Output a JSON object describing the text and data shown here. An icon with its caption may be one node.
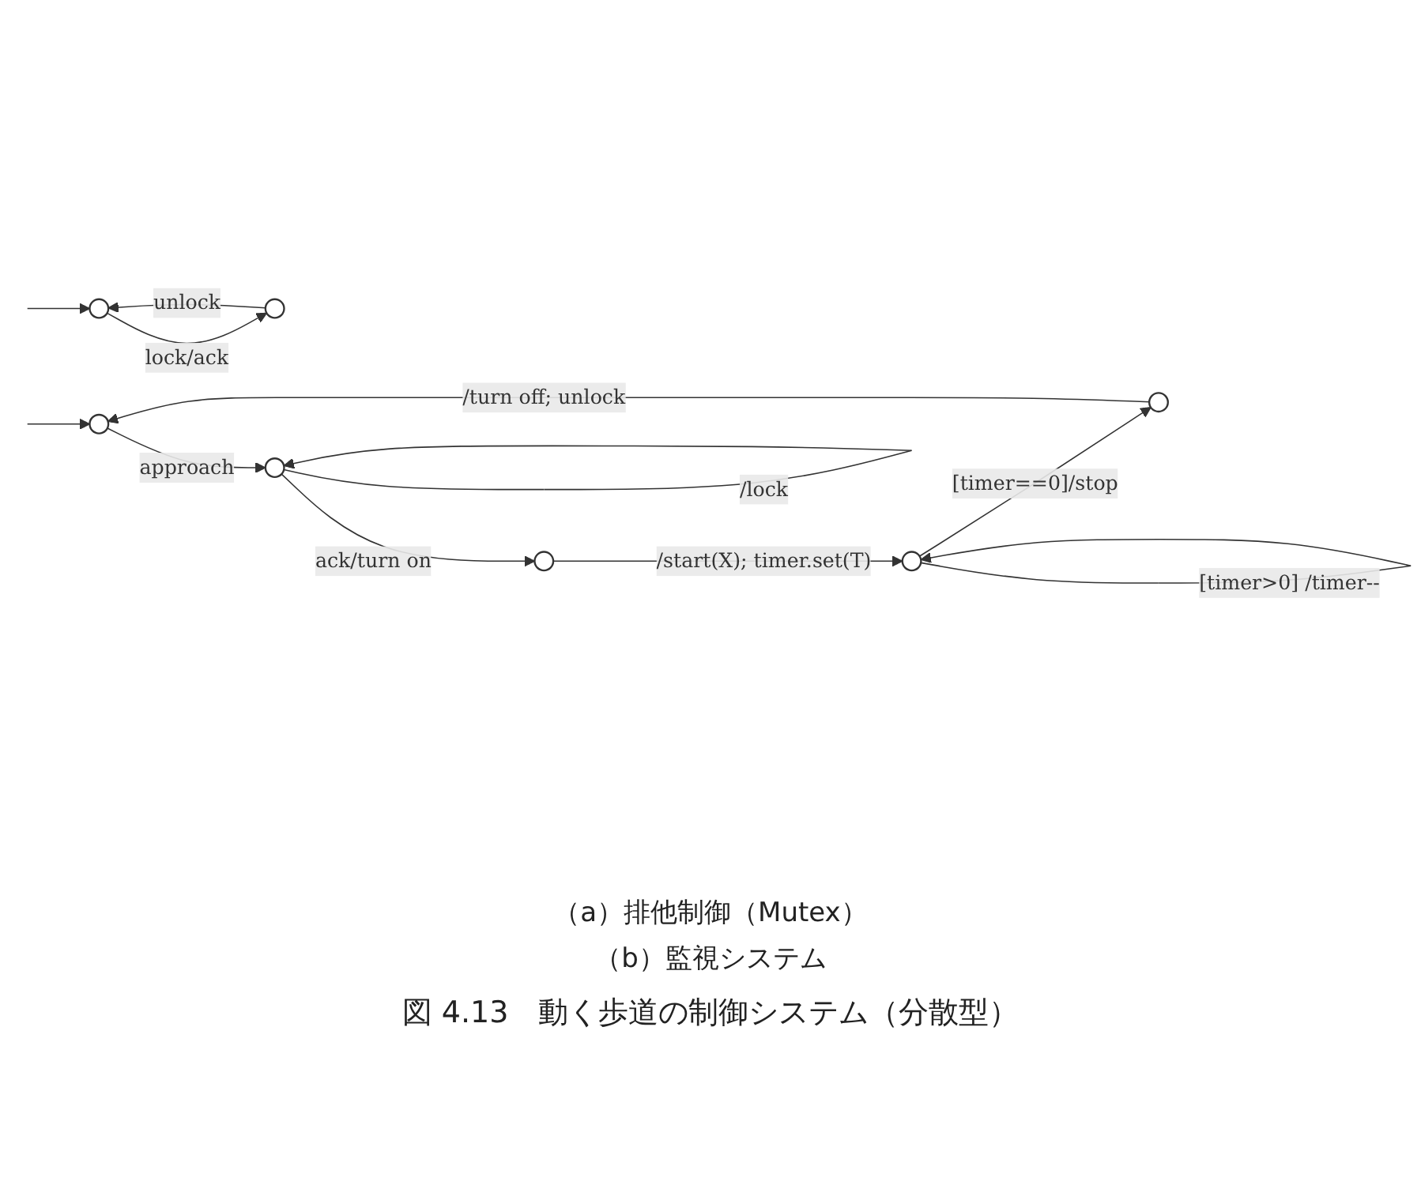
{
  "diagram": {
    "caption": "図 4.13　動く歩道の制御システム（分散型）",
    "nodes": [
      {
        "text": [],
        "shape": "circle"
      },
      {
        "text": [],
        "shape": "circle"
      },
      {
        "text": [],
        "shape": "circle"
      },
      {
        "text": [],
        "shape": "circle"
      },
      {
        "text": [],
        "shape": "circle"
      },
      {
        "text": [],
        "shape": "circle"
      },
      {
        "text": [],
        "shape": "circle"
      }
    ],
    "edges": [
      {
        "from": null,
        "to": 0,
        "arrow": "to"
      },
      {
        "from": 0,
        "to": 1,
        "arrow": "to",
        "label": "lock/ack"
      },
      {
        "from": 1,
        "to": 0,
        "arrow": "to",
        "label": "unlock"
      },
      {
        "from": null,
        "to": 2,
        "arrow": "to"
      },
      {
        "from": 2,
        "to": 3,
        "arrow": "to",
        "label": "approach"
      },
      {
        "from": 3,
        "to": 3,
        "arrow": "to",
        "label": "/lock"
      },
      {
        "from": 3,
        "to": 4,
        "arrow": "to",
        "label": "ack/turn on"
      },
      {
        "from": 4,
        "to": 5,
        "arrow": "to",
        "label": "/start(X); timer.set(T)"
      },
      {
        "from": 5,
        "to": 5,
        "arrow": "to",
        "label": "[timer>0] /timer--"
      },
      {
        "from": 5,
        "to": 6,
        "arrow": "to",
        "label": "[timer==0]/stop"
      },
      {
        "from": 6,
        "to": 2,
        "arrow": "to",
        "label": "/turn off; unlock"
      }
    ],
    "labels": [
      "（a）排他制御（Mutex）",
      "（b）監視システム"
    ]
  }
}
